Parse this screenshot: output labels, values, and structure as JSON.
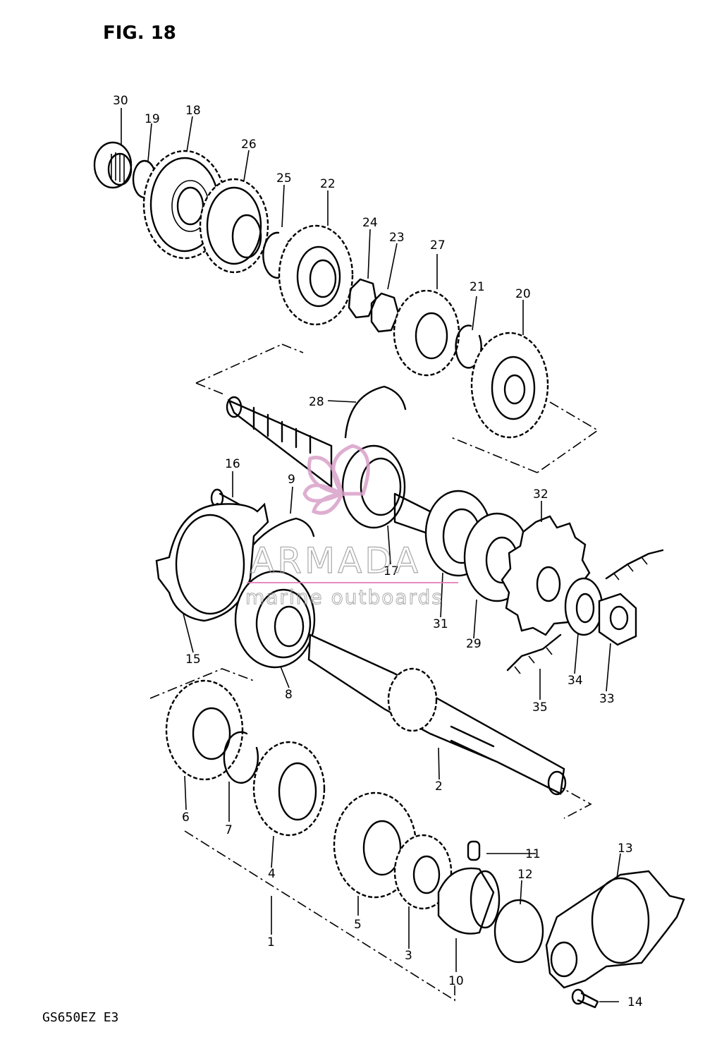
{
  "figure_title": "FIG. 18",
  "model_code": "GS650EZ  E3",
  "watermark": {
    "brand": "ARMADA",
    "tagline": "marine outboards",
    "accent_color": "#d9a0c8",
    "line_color": "#e07ab8"
  },
  "part_labels": [
    {
      "id": "30",
      "text": "30"
    },
    {
      "id": "19",
      "text": "19"
    },
    {
      "id": "18",
      "text": "18"
    },
    {
      "id": "26",
      "text": "26"
    },
    {
      "id": "25",
      "text": "25"
    },
    {
      "id": "22",
      "text": "22"
    },
    {
      "id": "24",
      "text": "24"
    },
    {
      "id": "23",
      "text": "23"
    },
    {
      "id": "27",
      "text": "27"
    },
    {
      "id": "21",
      "text": "21"
    },
    {
      "id": "20",
      "text": "20"
    },
    {
      "id": "28",
      "text": "28"
    },
    {
      "id": "16",
      "text": "16"
    },
    {
      "id": "9",
      "text": "9"
    },
    {
      "id": "32",
      "text": "32"
    },
    {
      "id": "17",
      "text": "17"
    },
    {
      "id": "31",
      "text": "31"
    },
    {
      "id": "29",
      "text": "29"
    },
    {
      "id": "15",
      "text": "15"
    },
    {
      "id": "8",
      "text": "8"
    },
    {
      "id": "34",
      "text": "34"
    },
    {
      "id": "33",
      "text": "33"
    },
    {
      "id": "35",
      "text": "35"
    },
    {
      "id": "2",
      "text": "2"
    },
    {
      "id": "6",
      "text": "6"
    },
    {
      "id": "7",
      "text": "7"
    },
    {
      "id": "4",
      "text": "4"
    },
    {
      "id": "11",
      "text": "11"
    },
    {
      "id": "12",
      "text": "12"
    },
    {
      "id": "13",
      "text": "13"
    },
    {
      "id": "5",
      "text": "5"
    },
    {
      "id": "3",
      "text": "3"
    },
    {
      "id": "1",
      "text": "1"
    },
    {
      "id": "10",
      "text": "10"
    },
    {
      "id": "14",
      "text": "14"
    }
  ]
}
